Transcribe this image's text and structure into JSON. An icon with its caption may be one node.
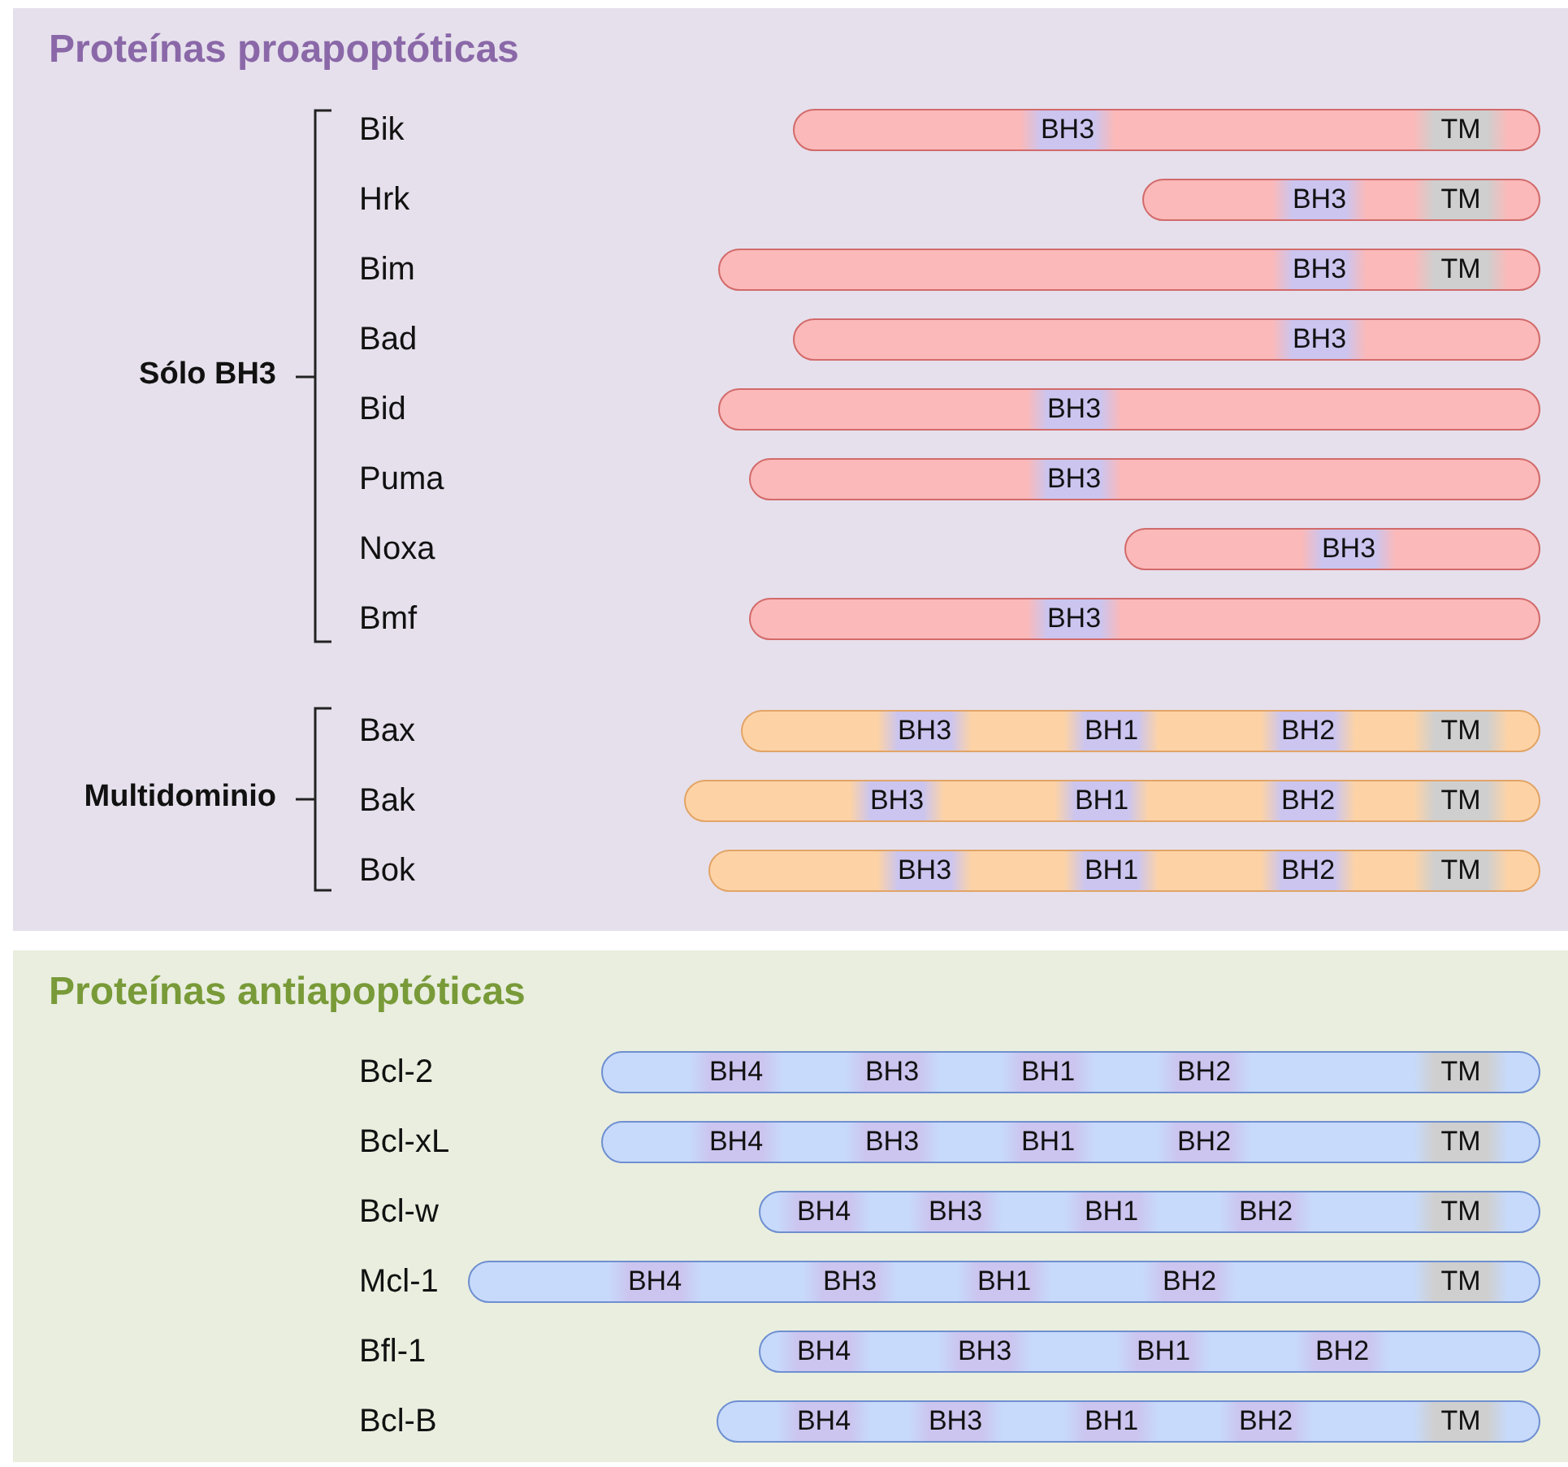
{
  "diagram": {
    "nodes": [
      {
        "text": [
          "Proteínas proapoptóticas"
        ]
      },
      {
        "text": [],
        "shape": "bar",
        "in": 0
      },
      {
        "text": [
          "BH3"
        ],
        "in": 1
      },
      {
        "text": [
          "TM"
        ],
        "in": 1
      },
      {
        "text": [],
        "shape": "bar",
        "in": 0
      },
      {
        "text": [
          "BH3"
        ],
        "in": 4
      },
      {
        "text": [
          "TM"
        ],
        "in": 4
      },
      {
        "text": [],
        "shape": "bar",
        "in": 0
      },
      {
        "text": [
          "BH3"
        ],
        "in": 7
      },
      {
        "text": [
          "TM"
        ],
        "in": 7
      },
      {
        "text": [],
        "shape": "bar",
        "in": 0
      },
      {
        "text": [
          "BH3"
        ],
        "in": 10
      },
      {
        "text": [],
        "shape": "bar",
        "in": 0
      },
      {
        "text": [
          "BH3"
        ],
        "in": 12
      },
      {
        "text": [],
        "shape": "bar",
        "in": 0
      },
      {
        "text": [
          "BH3"
        ],
        "in": 14
      },
      {
        "text": [],
        "shape": "bar",
        "in": 0
      },
      {
        "text": [
          "BH3"
        ],
        "in": 16
      },
      {
        "text": [],
        "shape": "bar",
        "in": 0
      },
      {
        "text": [
          "BH3"
        ],
        "in": 18
      },
      {
        "text": [],
        "shape": "bar",
        "in": 0
      },
      {
        "text": [
          "BH3"
        ],
        "in": 20
      },
      {
        "text": [
          "BH1"
        ],
        "in": 20
      },
      {
        "text": [
          "BH2"
        ],
        "in": 20
      },
      {
        "text": [
          "TM"
        ],
        "in": 20
      },
      {
        "text": [],
        "shape": "bar",
        "in": 0
      },
      {
        "text": [
          "BH3"
        ],
        "in": 25
      },
      {
        "text": [
          "BH1"
        ],
        "in": 25
      },
      {
        "text": [
          "BH2"
        ],
        "in": 25
      },
      {
        "text": [
          "TM"
        ],
        "in": 25
      },
      {
        "text": [],
        "shape": "bar",
        "in": 0
      },
      {
        "text": [
          "BH3"
        ],
        "in": 30
      },
      {
        "text": [
          "BH1"
        ],
        "in": 30
      },
      {
        "text": [
          "BH2"
        ],
        "in": 30
      },
      {
        "text": [
          "TM"
        ],
        "in": 30
      },
      {
        "text": [
          "Proteínas antiapoptóticas"
        ]
      },
      {
        "text": [],
        "shape": "bar",
        "in": 35
      },
      {
        "text": [
          "BH4"
        ],
        "in": 36
      },
      {
        "text": [
          "BH3"
        ],
        "in": 36
      },
      {
        "text": [
          "BH1"
        ],
        "in": 36
      },
      {
        "text": [
          "BH2"
        ],
        "in": 36
      },
      {
        "text": [
          "TM"
        ],
        "in": 36
      },
      {
        "text": [],
        "shape": "bar",
        "in": 35
      },
      {
        "text": [
          "BH4"
        ],
        "in": 42
      },
      {
        "text": [
          "BH3"
        ],
        "in": 42
      },
      {
        "text": [
          "BH1"
        ],
        "in": 42
      },
      {
        "text": [
          "BH2"
        ],
        "in": 42
      },
      {
        "text": [
          "TM"
        ],
        "in": 42
      },
      {
        "text": [],
        "shape": "bar",
        "in": 35
      },
      {
        "text": [
          "BH4"
        ],
        "in": 48
      },
      {
        "text": [
          "BH3"
        ],
        "in": 48
      },
      {
        "text": [
          "BH1"
        ],
        "in": 48
      },
      {
        "text": [
          "BH2"
        ],
        "in": 48
      },
      {
        "text": [
          "TM"
        ],
        "in": 48
      },
      {
        "text": [],
        "shape": "bar",
        "in": 35
      },
      {
        "text": [
          "BH4"
        ],
        "in": 54
      },
      {
        "text": [
          "BH3"
        ],
        "in": 54
      },
      {
        "text": [
          "BH1"
        ],
        "in": 54
      },
      {
        "text": [
          "BH2"
        ],
        "in": 54
      },
      {
        "text": [
          "TM"
        ],
        "in": 54
      },
      {
        "text": [],
        "shape": "bar",
        "in": 35
      },
      {
        "text": [
          "BH4"
        ],
        "in": 60
      },
      {
        "text": [
          "BH3"
        ],
        "in": 60
      },
      {
        "text": [
          "BH1"
        ],
        "in": 60
      },
      {
        "text": [
          "BH2"
        ],
        "in": 60
      },
      {
        "text": [],
        "shape": "bar",
        "in": 35
      },
      {
        "text": [
          "BH4"
        ],
        "in": 65
      },
      {
        "text": [
          "BH3"
        ],
        "in": 65
      },
      {
        "text": [
          "BH1"
        ],
        "in": 65
      },
      {
        "text": [
          "BH2"
        ],
        "in": 65
      },
      {
        "text": [
          "TM"
        ],
        "in": 65
      }
    ],
    "labels": [
      "Bik",
      "Hrk",
      "Bim",
      "Bad",
      "Sólo BH3",
      "Bid",
      "Puma",
      "Noxa",
      "Bmf",
      "Bax",
      "Multidominio",
      "Bak",
      "Bok",
      "Bcl-2",
      "Bcl-xL",
      "Bcl-w",
      "Mcl-1",
      "Bfl-1",
      "Bcl-B"
    ]
  }
}
